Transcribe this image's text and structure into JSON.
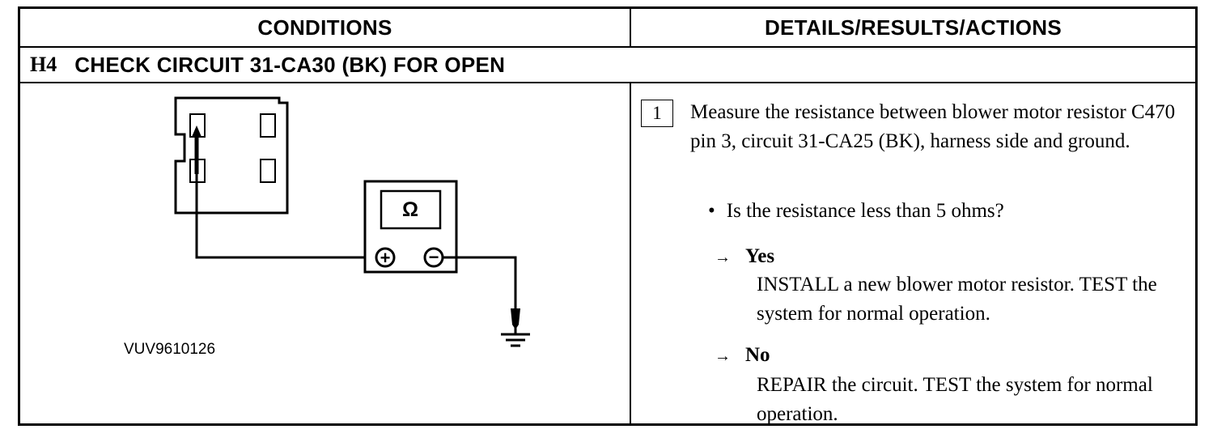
{
  "header": {
    "conditions": "CONDITIONS",
    "details": "DETAILS/RESULTS/ACTIONS"
  },
  "step": {
    "id": "H4",
    "title": "CHECK CIRCUIT 31-CA30 (BK) FOR OPEN"
  },
  "figure": {
    "id": "VUV9610126",
    "meter_symbol": "Ω",
    "plus_symbol": "+",
    "minus_symbol": "−"
  },
  "substep": {
    "number": "1",
    "instruction": "Measure the resistance between blower motor resistor C470 pin 3, circuit 31-CA25 (BK), harness side and ground.",
    "question": "Is the resistance less than 5 ohms?"
  },
  "answers": {
    "arrow": "→",
    "yes": {
      "label": "Yes",
      "action": "INSTALL a new blower motor resistor. TEST the system for normal operation."
    },
    "no": {
      "label": "No",
      "action": "REPAIR the circuit. TEST the system for normal operation."
    }
  }
}
